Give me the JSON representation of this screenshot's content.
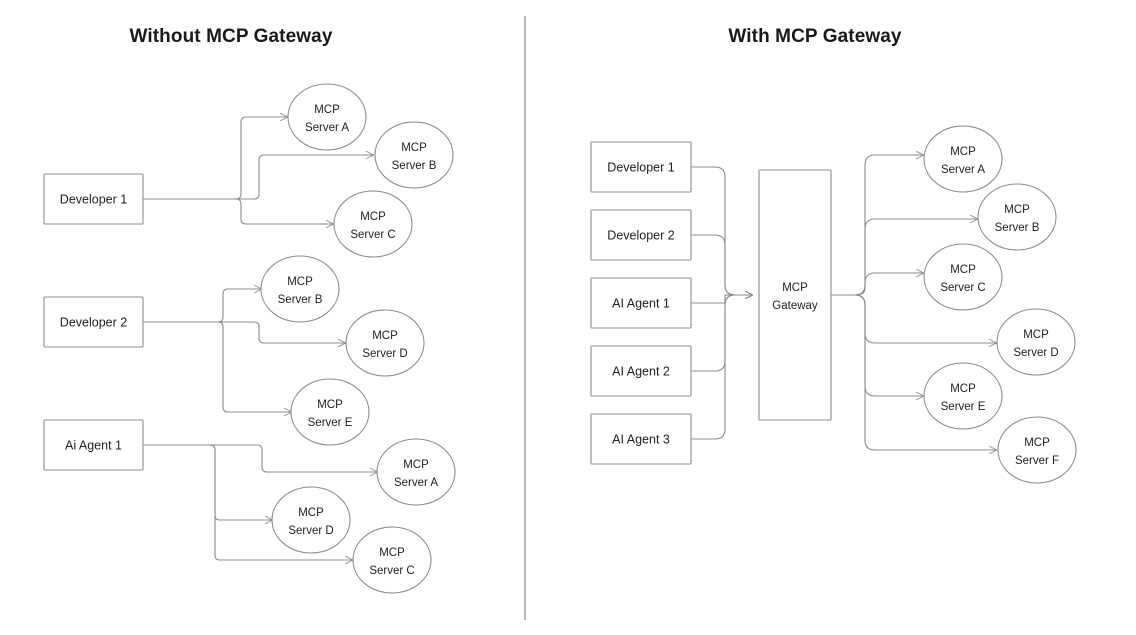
{
  "diagram": {
    "title_left": "Without MCP Gateway",
    "title_right": "With MCP Gateway",
    "stroke_color": "#8c8c8c",
    "text_color": "#1f1f1f",
    "background": "#ffffff"
  },
  "left_panel": {
    "title": "Without MCP Gateway",
    "clients": [
      {
        "id": "dev1",
        "label": "Developer 1"
      },
      {
        "id": "dev2",
        "label": "Developer 2"
      },
      {
        "id": "ai1",
        "label": "Ai Agent 1"
      }
    ],
    "servers": [
      {
        "id": "l-a1",
        "line1": "MCP",
        "line2": "Server A"
      },
      {
        "id": "l-b1",
        "line1": "MCP",
        "line2": "Server B"
      },
      {
        "id": "l-c1",
        "line1": "MCP",
        "line2": "Server C"
      },
      {
        "id": "l-b2",
        "line1": "MCP",
        "line2": "Server B"
      },
      {
        "id": "l-d1",
        "line1": "MCP",
        "line2": "Server D"
      },
      {
        "id": "l-e1",
        "line1": "MCP",
        "line2": "Server E"
      },
      {
        "id": "l-a2",
        "line1": "MCP",
        "line2": "Server A"
      },
      {
        "id": "l-d2",
        "line1": "MCP",
        "line2": "Server D"
      },
      {
        "id": "l-c2",
        "line1": "MCP",
        "line2": "Server C"
      }
    ],
    "connections": [
      {
        "from": "Developer 1",
        "to": "MCP Server A"
      },
      {
        "from": "Developer 1",
        "to": "MCP Server B"
      },
      {
        "from": "Developer 1",
        "to": "MCP Server C"
      },
      {
        "from": "Developer 2",
        "to": "MCP Server B"
      },
      {
        "from": "Developer 2",
        "to": "MCP Server D"
      },
      {
        "from": "Developer 2",
        "to": "MCP Server E"
      },
      {
        "from": "Ai Agent 1",
        "to": "MCP Server A"
      },
      {
        "from": "Ai Agent 1",
        "to": "MCP Server D"
      },
      {
        "from": "Ai Agent 1",
        "to": "MCP Server C"
      }
    ]
  },
  "right_panel": {
    "title": "With MCP Gateway",
    "clients": [
      {
        "id": "r-dev1",
        "label": "Developer 1"
      },
      {
        "id": "r-dev2",
        "label": "Developer 2"
      },
      {
        "id": "r-ai1",
        "label": "AI Agent 1"
      },
      {
        "id": "r-ai2",
        "label": "AI Agent 2"
      },
      {
        "id": "r-ai3",
        "label": "AI Agent 3"
      }
    ],
    "gateway": {
      "id": "gateway",
      "line1": "MCP",
      "line2": "Gateway"
    },
    "servers": [
      {
        "id": "r-a",
        "line1": "MCP",
        "line2": "Server A"
      },
      {
        "id": "r-b",
        "line1": "MCP",
        "line2": "Server B"
      },
      {
        "id": "r-c",
        "line1": "MCP",
        "line2": "Server C"
      },
      {
        "id": "r-d",
        "line1": "MCP",
        "line2": "Server D"
      },
      {
        "id": "r-e",
        "line1": "MCP",
        "line2": "Server E"
      },
      {
        "id": "r-f",
        "line1": "MCP",
        "line2": "Server F"
      }
    ],
    "connections": [
      {
        "from": "Developer 1",
        "to": "MCP Gateway"
      },
      {
        "from": "Developer 2",
        "to": "MCP Gateway"
      },
      {
        "from": "AI Agent 1",
        "to": "MCP Gateway"
      },
      {
        "from": "AI Agent 2",
        "to": "MCP Gateway"
      },
      {
        "from": "AI Agent 3",
        "to": "MCP Gateway"
      },
      {
        "from": "MCP Gateway",
        "to": "MCP Server A"
      },
      {
        "from": "MCP Gateway",
        "to": "MCP Server B"
      },
      {
        "from": "MCP Gateway",
        "to": "MCP Server C"
      },
      {
        "from": "MCP Gateway",
        "to": "MCP Server D"
      },
      {
        "from": "MCP Gateway",
        "to": "MCP Server E"
      },
      {
        "from": "MCP Gateway",
        "to": "MCP Server F"
      }
    ]
  }
}
